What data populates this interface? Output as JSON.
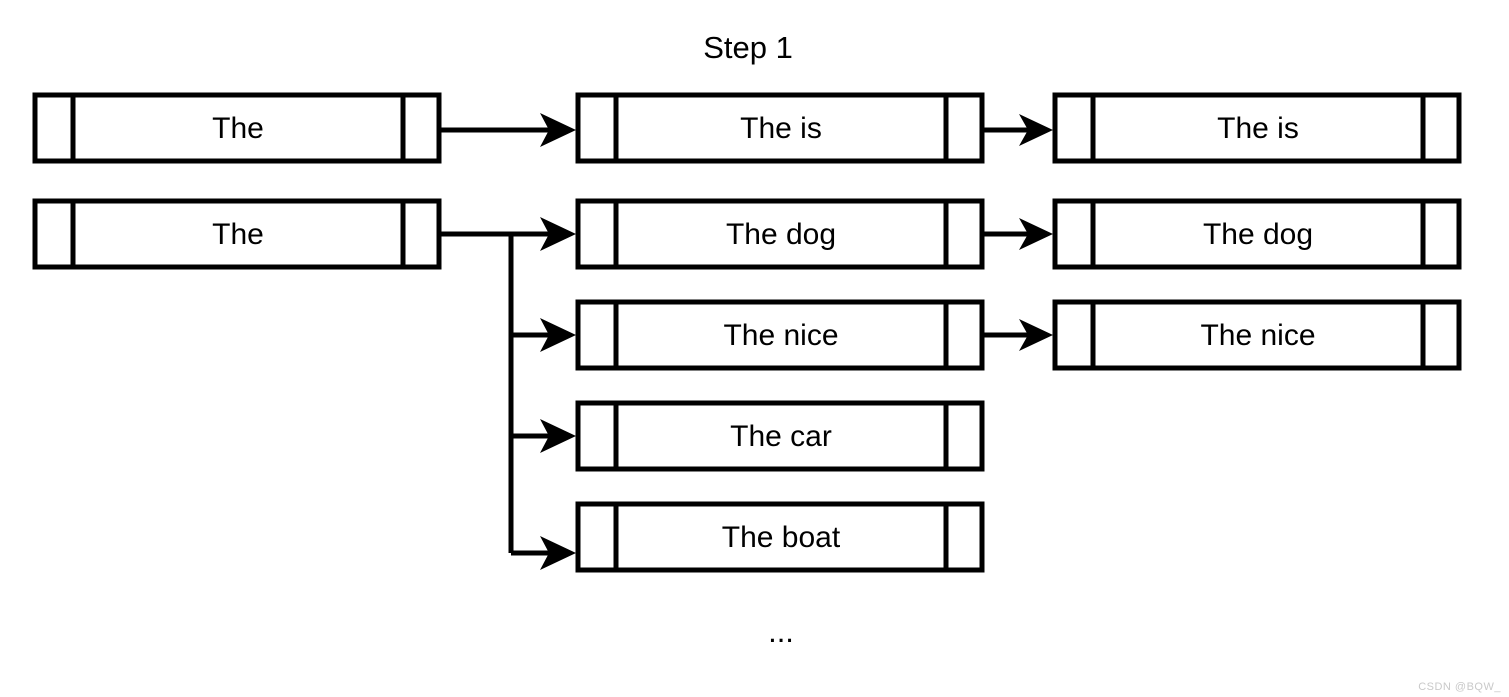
{
  "title": "Step 1",
  "ellipsis": "...",
  "watermark": "CSDN @BQW_",
  "colors": {
    "stroke": "#000000",
    "background": "#ffffff",
    "watermark": "#c9c9c9"
  },
  "columns": [
    {
      "name": "input-column",
      "boxes": [
        {
          "label": "The",
          "row": 0
        },
        {
          "label": "The",
          "row": 1
        }
      ]
    },
    {
      "name": "expansion-column",
      "boxes": [
        {
          "label": "The is",
          "row": 0
        },
        {
          "label": "The dog",
          "row": 1
        },
        {
          "label": "The nice",
          "row": 2
        },
        {
          "label": "The car",
          "row": 3
        },
        {
          "label": "The boat",
          "row": 4
        }
      ]
    },
    {
      "name": "output-column",
      "boxes": [
        {
          "label": "The is",
          "row": 0
        },
        {
          "label": "The dog",
          "row": 1
        },
        {
          "label": "The nice",
          "row": 2
        }
      ]
    }
  ],
  "connections": [
    {
      "from": "input-0",
      "to": "expansion-0",
      "type": "straight-arrow"
    },
    {
      "from": "input-1",
      "to": "expansion-1",
      "type": "branch-arrow"
    },
    {
      "from": "input-1",
      "to": "expansion-2",
      "type": "branch-arrow"
    },
    {
      "from": "input-1",
      "to": "expansion-3",
      "type": "branch-arrow"
    },
    {
      "from": "input-1",
      "to": "expansion-4",
      "type": "branch-arrow"
    },
    {
      "from": "expansion-0",
      "to": "output-0",
      "type": "straight-arrow"
    },
    {
      "from": "expansion-1",
      "to": "output-1",
      "type": "straight-arrow"
    },
    {
      "from": "expansion-2",
      "to": "output-2",
      "type": "straight-arrow"
    }
  ]
}
